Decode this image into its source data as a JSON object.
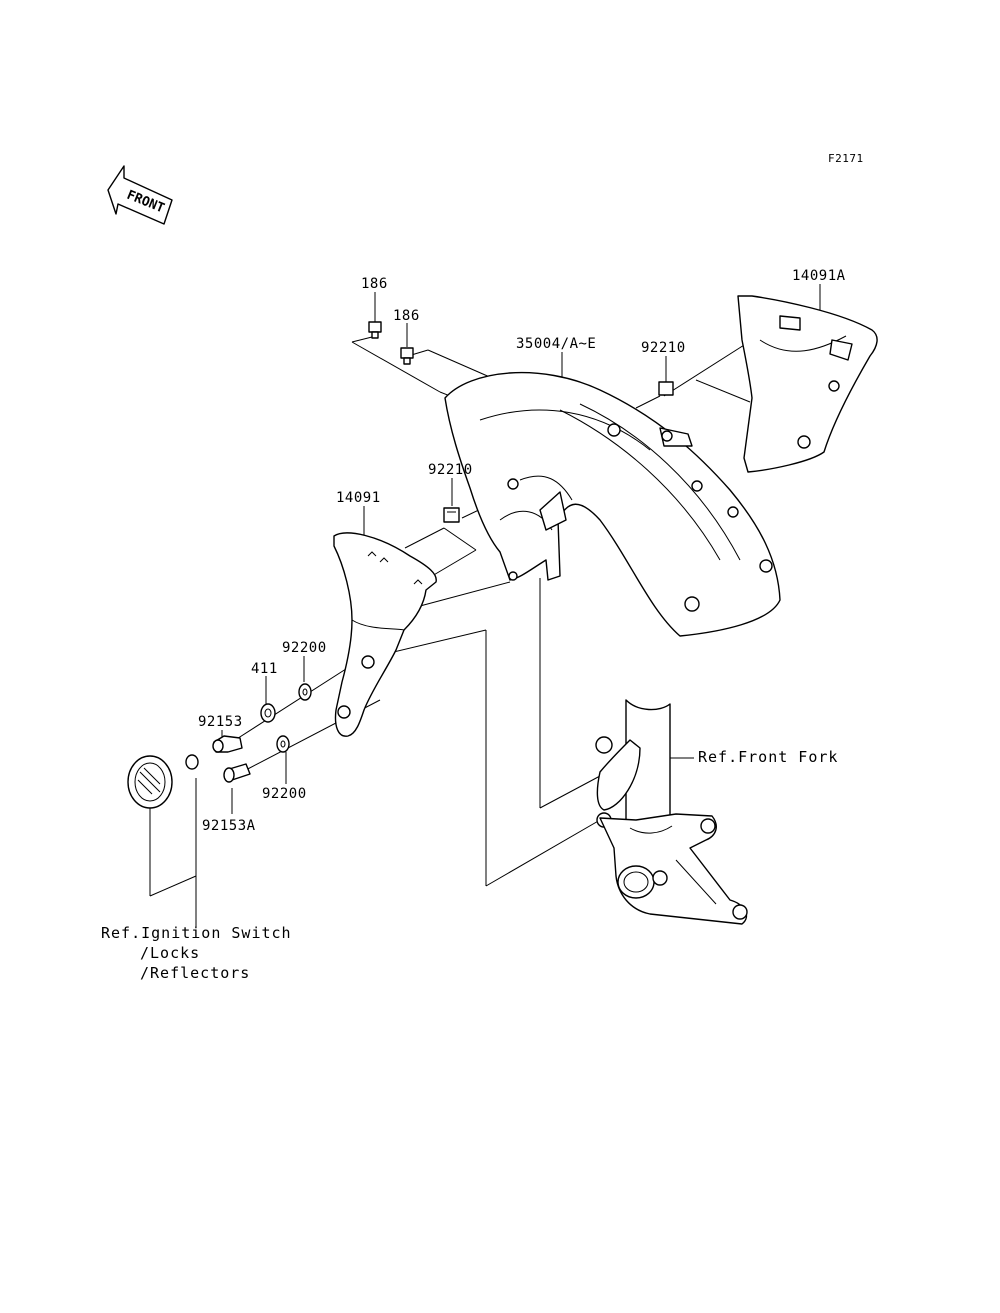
{
  "figure_code": "F2171",
  "front_arrow": {
    "text": "FRONT",
    "icon": "front-arrow-icon"
  },
  "parts": {
    "bolt_186_a": "186",
    "bolt_186_b": "186",
    "front_fender": "35004/A~E",
    "clip_92210_right": "92210",
    "cover_14091A": "14091A",
    "clip_92210_center": "92210",
    "cover_14091": "14091",
    "washer_92200_upper": "92200",
    "collar_411": "411",
    "spacer_92153": "92153",
    "washer_92200_lower": "92200",
    "bolt_92153A": "92153A"
  },
  "refs": {
    "front_fork": "Ref.Front Fork",
    "ignition_line1": "Ref.Ignition Switch",
    "ignition_line2": "/Locks",
    "ignition_line3": "/Reflectors"
  }
}
